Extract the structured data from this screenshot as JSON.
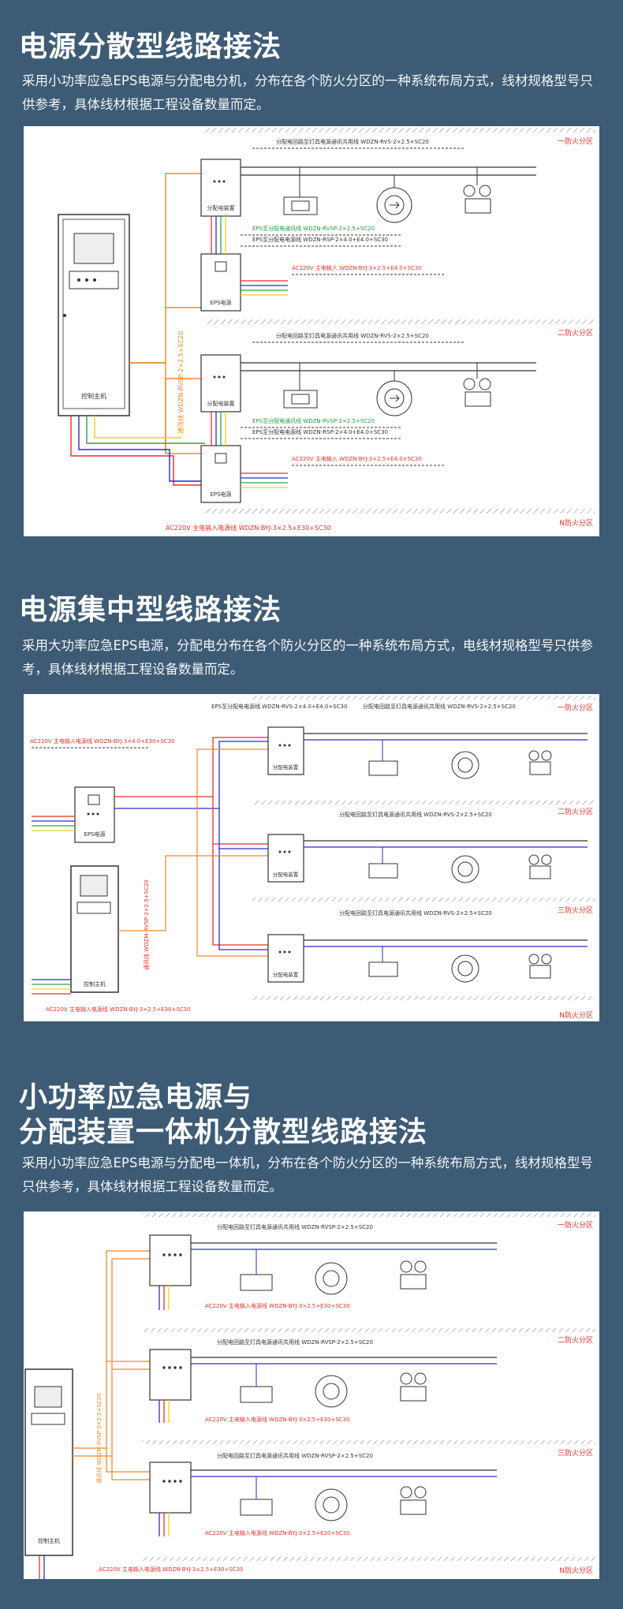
{
  "sections": [
    {
      "title": "电源分散型线路接法",
      "description": "采用小功率应急EPS电源与分配电分机，分布在各个防火分区的一种系统布局方式，线材规格型号只供参考，具体线材根据工程设备数量而定。",
      "diagram": {
        "zones": [
          "一防火分区",
          "二防火分区",
          "N防火分区"
        ],
        "controller_label": "控制主机",
        "distributor_label": "分配电装置",
        "eps_label": "EPS电源",
        "comm_cable": "通讯线 WDZN-RVSP-2×2.5+SC20",
        "lamp_line": "分配电回路至灯具电源通讯共用线 WDZN-RVS-2×2.5+SC20",
        "eps_comm_line": "EPS至分配电通讯线 WDZN-RVSP-2×2.5+SC20",
        "eps_power_line": "EPS至分配电电源线 WDZN-RSP-2×4.0+E4.0+SC30",
        "ac_input_line": "AC220V 主电输入 WDZN-BYJ-3×2.5+E4.0+SC30",
        "main_ac_line": "AC220V 主电输入电源线 WDZN-BYJ-3×2.5+E30+SC30"
      }
    },
    {
      "title": "电源集中型线路接法",
      "description": "采用大功率应急EPS电源，分配电分布在各个防火分区的一种系统布局方式，电线材规格型号只供参考，具体线材根据工程设备数量而定。",
      "diagram": {
        "zones": [
          "一防火分区",
          "二防火分区",
          "三防火分区",
          "N防火分区"
        ],
        "controller_label": "控制主机",
        "distributor_label": "分配电装置",
        "eps_label": "EPS电源",
        "comm_cable": "通讯线 WDZM-RVSP-2×2.5+SC20",
        "eps_distribution_line": "EPS至分配电电源线 WDZN-RVS-2×4.0+E4.0+SC30",
        "lamp_line": "分配电回路至灯具电源通讯共用线 WDZN-RVS-2×2.5+SC20",
        "ac_input_top": "AC220V 主电输入电源线 WDZN-BYJ-3×4.0+E30+SC30",
        "main_ac_line": "AC220V 主电输入电源线 WDZN-BYJ-3×2.5+E30+SC30"
      }
    },
    {
      "title": "小功率应急电源与\n分配装置一体机分散型线路接法",
      "description": "采用小功率应急EPS电源与分配电一体机，分布在各个防火分区的一种系统布局方式，线材规格型号只供参考，具体线材根据工程设备数量而定。",
      "diagram": {
        "zones": [
          "一防火分区",
          "二防火分区",
          "三防火分区",
          "N防火分区"
        ],
        "controller_label": "控制主机",
        "comm_cable": "通讯线 WDZM-RVSP-2×2.5+SC20",
        "lamp_line": "分配电回路至灯具电源通讯共用线 WDZN-RVSP-2×2.5+SC20",
        "ac_input_line": "AC220V 主电输入电源线 WDZN-BYJ-3×2.5+E30+SC30",
        "main_ac_line": "AC220V 主电输入电源线 WDZN-BYJ-3×2.5+E30+SC30"
      }
    }
  ],
  "colors": {
    "background": "#3d5b74",
    "red_line": "#e8312a",
    "orange_line": "#f08a28",
    "blue_line": "#2b2fc9",
    "green_line": "#2ca44a",
    "yellow_line": "#f0d020",
    "zone_label": "#e8312a",
    "eps_label_green": "#1f9d3a"
  }
}
